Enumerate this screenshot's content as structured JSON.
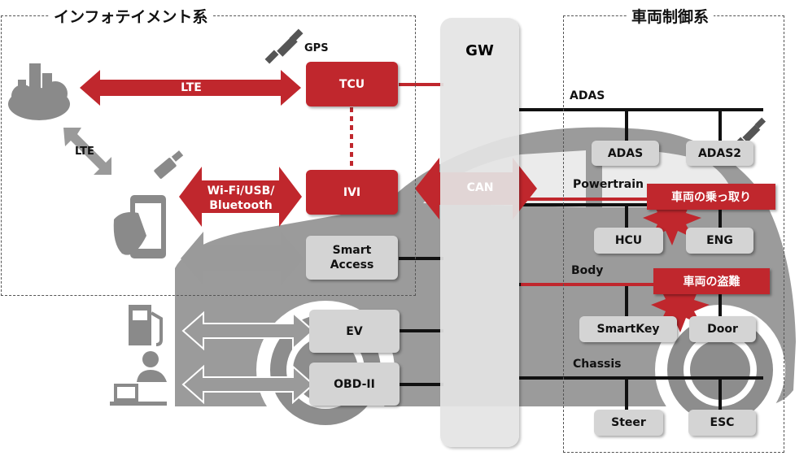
{
  "titles": {
    "infotainment": "インフォテイメント系",
    "vehicle_control": "車両制御系"
  },
  "labels": {
    "gps": "GPS",
    "lte_horizontal": "LTE",
    "lte_diagonal": "LTE",
    "wifi": "Wi-Fi/USB/\nBluetooth",
    "can": "CAN",
    "gw": "GW"
  },
  "nodes": {
    "tcu": "TCU",
    "ivi": "IVI",
    "smart_access": "Smart\nAccess",
    "ev": "EV",
    "obd": "OBD-II",
    "adas": "ADAS",
    "adas2": "ADAS2",
    "hcu": "HCU",
    "eng": "ENG",
    "smartkey": "SmartKey",
    "door": "Door",
    "steer": "Steer",
    "esc": "ESC"
  },
  "buses": {
    "adas": "ADAS",
    "powertrain": "Powertrain",
    "body": "Body",
    "chassis": "Chassis"
  },
  "alerts": {
    "hijack": "車両の乗っ取り",
    "theft": "車両の盗難"
  },
  "colors": {
    "red": "#c0272d",
    "gray_box": "#d4d4d4",
    "car_gray": "#8a8a8a"
  },
  "icons": [
    "cloud-city-icon",
    "satellite-icon",
    "usb-stick-icon",
    "smartphone-hand-icon",
    "fuel-pump-icon",
    "person-laptop-icon",
    "explosion-icon"
  ]
}
